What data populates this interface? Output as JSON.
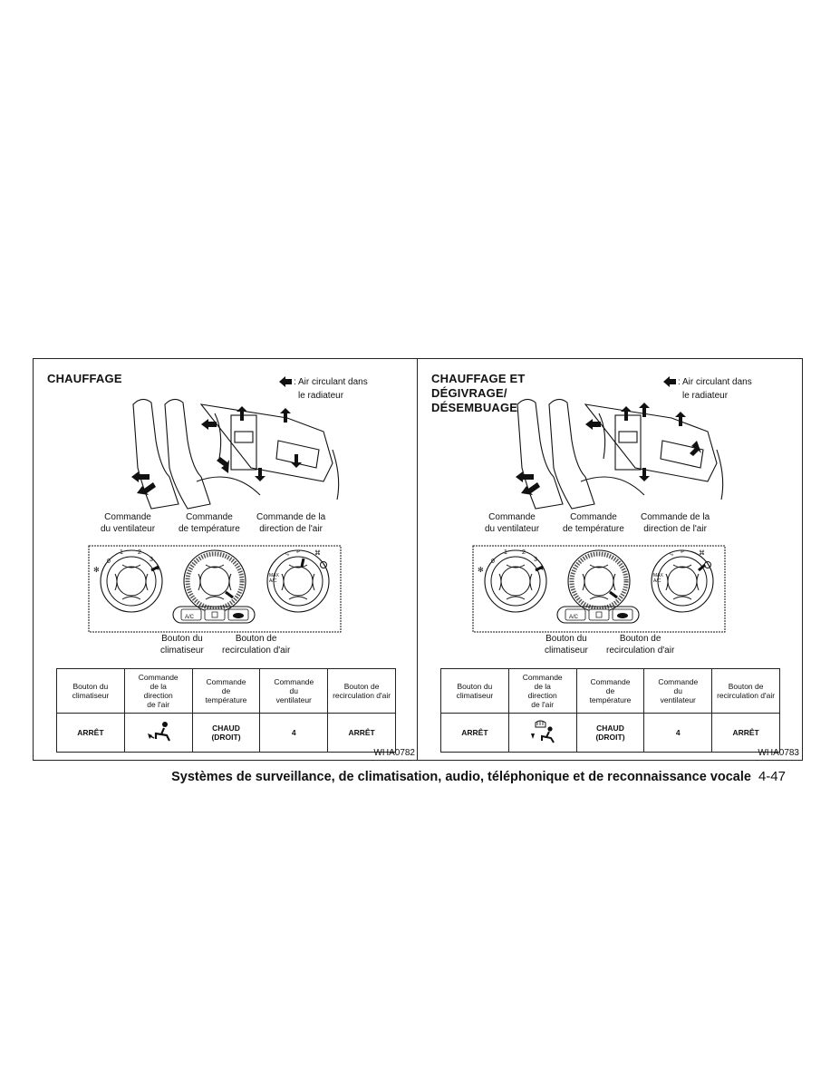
{
  "figures": [
    {
      "title_lines": [
        "CHAUFFAGE"
      ],
      "legend": {
        "line1": ": Air circulant dans",
        "line2": "le radiateur"
      },
      "control_labels": {
        "fan": [
          "Commande",
          "du ventilateur"
        ],
        "temp": [
          "Commande",
          "de température"
        ],
        "dir": [
          "Commande de la",
          "direction de l'air"
        ]
      },
      "panel": {
        "ac": "A/C",
        "fan_numbers": [
          "0",
          "1",
          "2",
          "3",
          "4"
        ],
        "max_ac": [
          "MAX",
          "A/C"
        ]
      },
      "button_labels": {
        "ac": [
          "Bouton du",
          "climatiseur"
        ],
        "recirc": [
          "Bouton de",
          "recirculation d'air"
        ]
      },
      "table": {
        "headers": [
          [
            "Bouton du",
            "climatiseur"
          ],
          [
            "Commande",
            "de la",
            "direction",
            "de l'air"
          ],
          [
            "Commande",
            "de",
            "température"
          ],
          [
            "Commande",
            "du",
            "ventilateur"
          ],
          [
            "Bouton de",
            "recirculation d'air"
          ]
        ],
        "values": {
          "ac": "ARRÊT",
          "temp": [
            "CHAUD",
            "(DROIT)"
          ],
          "fan": "4",
          "recirc": "ARRÊT"
        },
        "mode_icon": "floor-mode-icon"
      },
      "code": "WHA0782"
    },
    {
      "title_lines": [
        "CHAUFFAGE ET",
        "DÉGIVRAGE/",
        "DÉSEMBUAGE"
      ],
      "legend": {
        "line1": ": Air circulant dans",
        "line2": "le radiateur"
      },
      "control_labels": {
        "fan": [
          "Commande",
          "du ventilateur"
        ],
        "temp": [
          "Commande",
          "de température"
        ],
        "dir": [
          "Commande de la",
          "direction de l'air"
        ]
      },
      "panel": {
        "ac": "A/C",
        "fan_numbers": [
          "0",
          "1",
          "2",
          "3",
          "4"
        ],
        "max_ac": [
          "MAX",
          "A/C"
        ]
      },
      "button_labels": {
        "ac": [
          "Bouton du",
          "climatiseur"
        ],
        "recirc": [
          "Bouton de",
          "recirculation d'air"
        ]
      },
      "table": {
        "headers": [
          [
            "Bouton du",
            "climatiseur"
          ],
          [
            "Commande",
            "de la",
            "direction",
            "de l'air"
          ],
          [
            "Commande",
            "de",
            "température"
          ],
          [
            "Commande",
            "du",
            "ventilateur"
          ],
          [
            "Bouton de",
            "recirculation d'air"
          ]
        ],
        "values": {
          "ac": "ARRÊT",
          "temp": [
            "CHAUD",
            "(DROIT)"
          ],
          "fan": "4",
          "recirc": "ARRÊT"
        },
        "mode_icon": "floor-defrost-mode-icon"
      },
      "code": "WHA0783"
    }
  ],
  "footer": {
    "text": "Systèmes de surveillance, de climatisation, audio, téléphonique et de reconnaissance vocale",
    "page": "4-47"
  }
}
